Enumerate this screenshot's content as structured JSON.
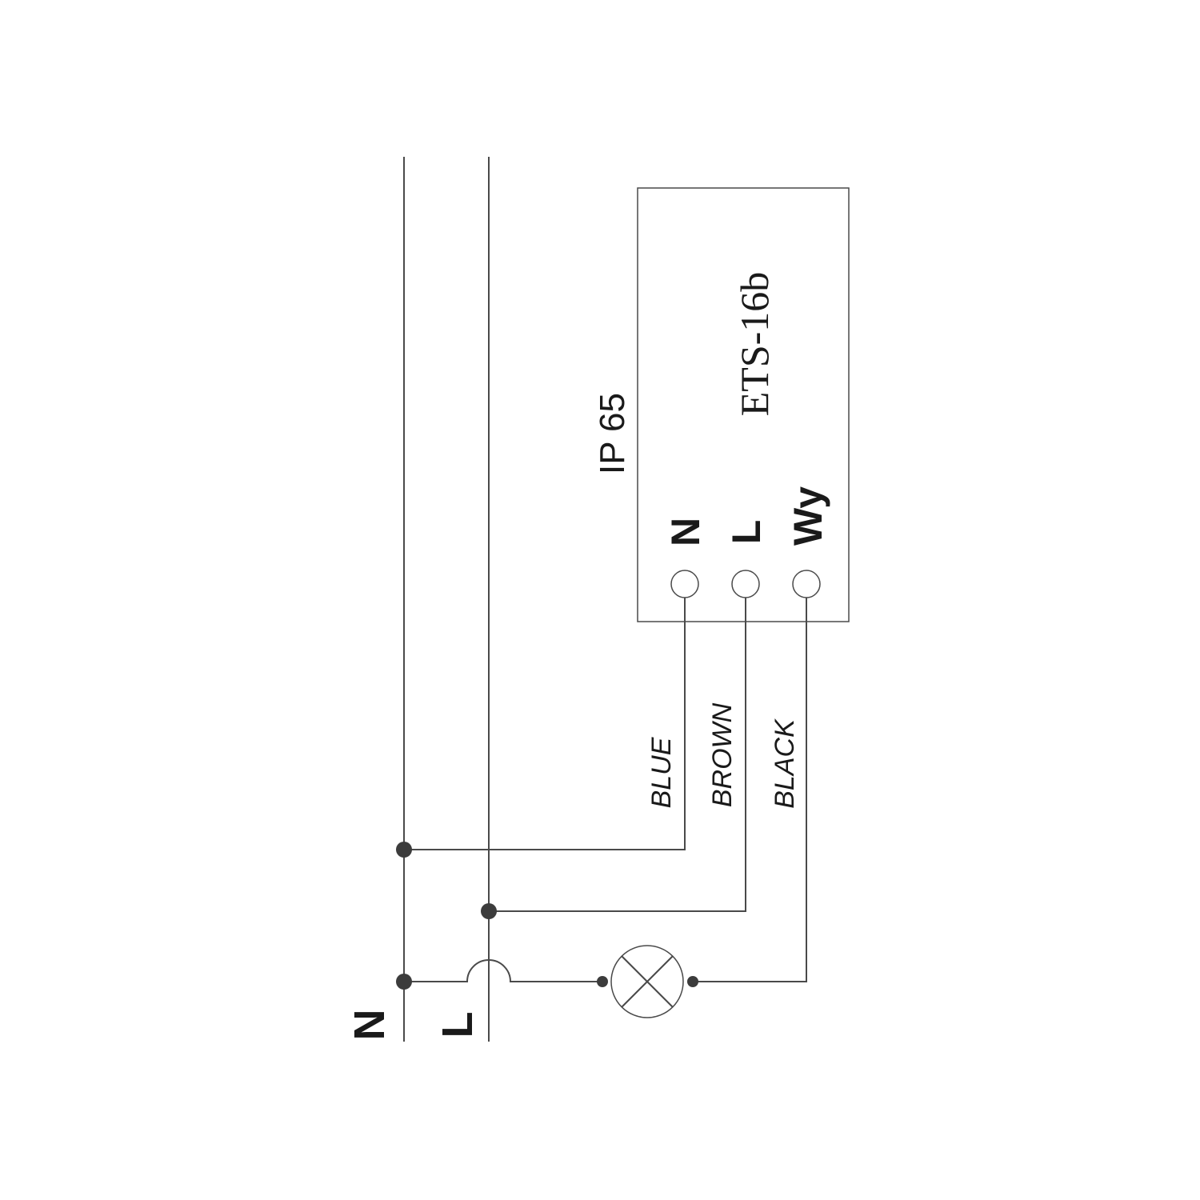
{
  "device": {
    "model": "ETS-16b",
    "protection": "IP 65",
    "terminals": {
      "n": "N",
      "l": "L",
      "out": "Wy"
    }
  },
  "wires": {
    "blue": "BLUE",
    "brown": "BROWN",
    "black": "BLACK"
  },
  "mains": {
    "neutral": "N",
    "line": "L"
  },
  "colors": {
    "line": "#4a4a4a",
    "junction": "#3c3c3c",
    "text": "#1a1a1a"
  }
}
